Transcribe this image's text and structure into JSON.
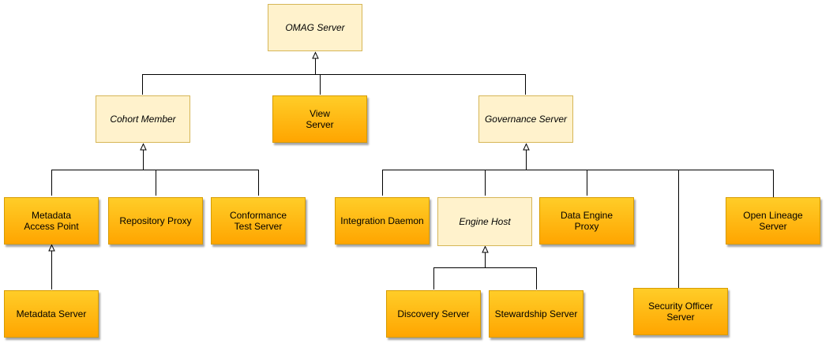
{
  "nodes": {
    "omag_server": "OMAG Server",
    "cohort_member": "Cohort Member",
    "view_server": "View\nServer",
    "governance_server": "Governance Server",
    "metadata_access_point": "Metadata\nAccess Point",
    "repository_proxy": "Repository Proxy",
    "conformance_test_server": "Conformance\nTest Server",
    "metadata_server": "Metadata Server",
    "integration_daemon": "Integration Daemon",
    "engine_host": "Engine Host",
    "data_engine_proxy": "Data Engine\nProxy",
    "open_lineage_server": "Open Lineage\nServer",
    "discovery_server": "Discovery Server",
    "stewardship_server": "Stewardship Server",
    "security_officer_server": "Security Officer\nServer"
  }
}
